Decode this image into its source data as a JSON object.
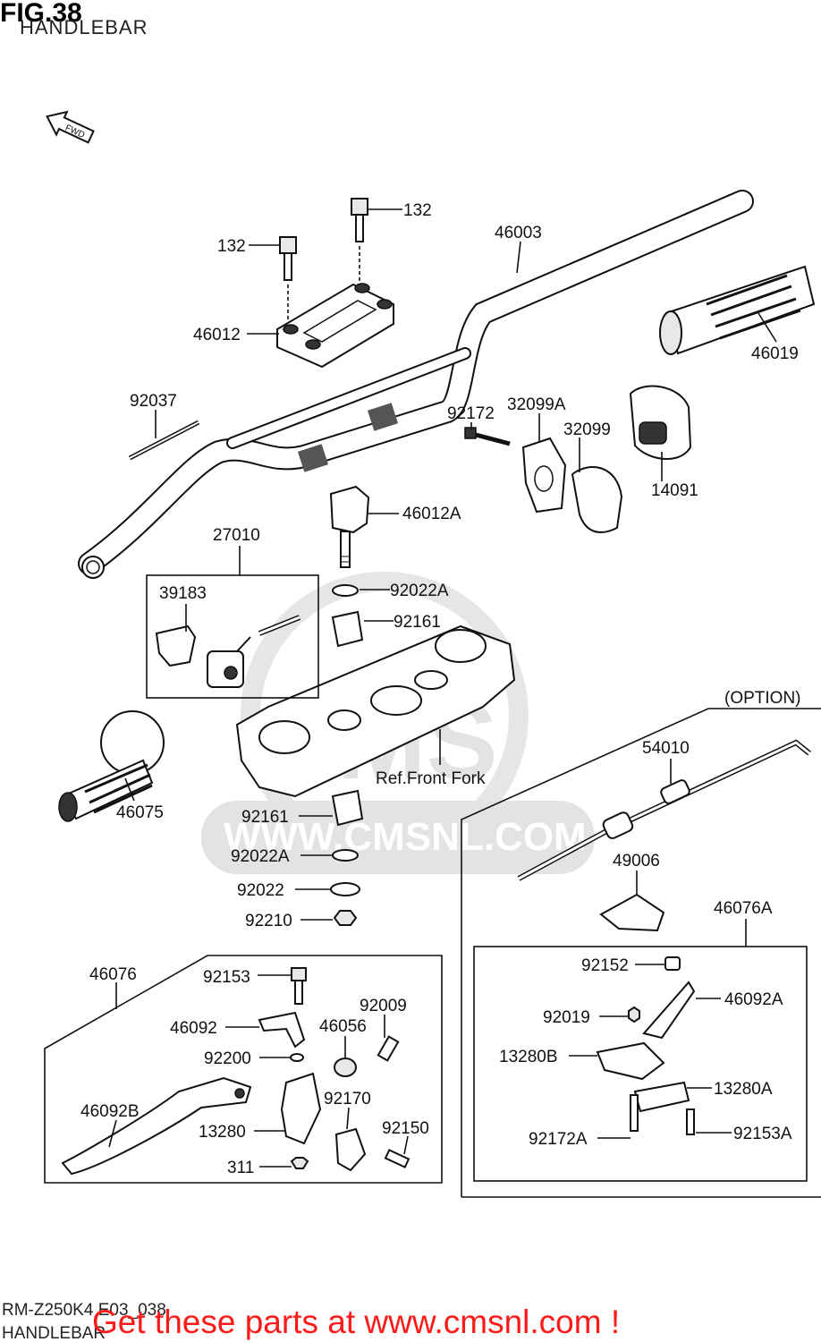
{
  "header": {
    "fig_label": "FIG.38",
    "fig_name": "HANDLEBAR",
    "fwd_label": "FWD"
  },
  "callouts": {
    "p132_top": "132",
    "p132_left": "132",
    "p46003": "46003",
    "p46012": "46012",
    "p46019": "46019",
    "p92037": "92037",
    "p92172": "92172",
    "p32099A": "32099A",
    "p32099": "32099",
    "p14091": "14091",
    "p46012A": "46012A",
    "p27010": "27010",
    "p39183": "39183",
    "p92022A_top": "92022A",
    "p92161_top": "92161",
    "option": "(OPTION)",
    "ref_front_fork": "Ref.Front Fork",
    "p54010": "54010",
    "p46075": "46075",
    "p92161_bot": "92161",
    "p92022A_bot": "92022A",
    "p92022": "92022",
    "p92210": "92210",
    "p49006": "49006",
    "p46076A": "46076A",
    "p46076": "46076",
    "p92153": "92153",
    "p92009": "92009",
    "p46092": "46092",
    "p46056": "46056",
    "p92200": "92200",
    "p92170": "92170",
    "p46092B": "46092B",
    "p13280": "13280",
    "p92150": "92150",
    "p311": "311",
    "p92152": "92152",
    "p46092A": "46092A",
    "p92019": "92019",
    "p13280B": "13280B",
    "p13280A": "13280A",
    "p92172A": "92172A",
    "p92153A": "92153A"
  },
  "watermark": {
    "logo": "CMS",
    "url": "WWW.CMSNL.COM"
  },
  "footer": {
    "code": "RM-Z250K4 E03_038",
    "name": "HANDLEBAR",
    "promo": "Get these parts at www.cmsnl.com !"
  }
}
